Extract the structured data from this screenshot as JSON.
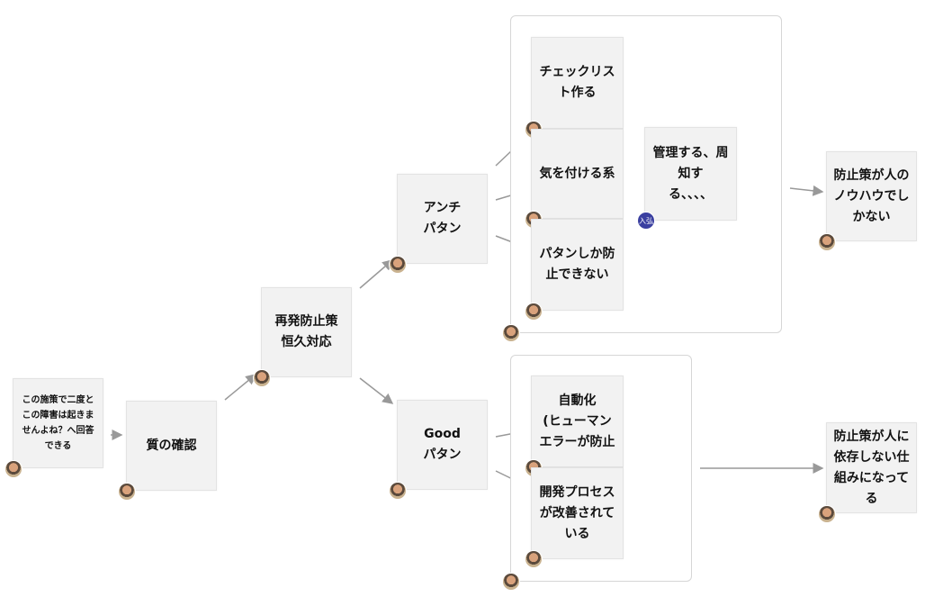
{
  "notes": {
    "n1": "この施策で二度と\nこの障害は起きま\nせんよね？へ回答\nできる",
    "n2": "質の確認",
    "n3": "再発防止策\n恒久対応",
    "n4": "アンチ\nパタン",
    "n5": "Good\nパタン",
    "n6": "チェックリス\nト作る",
    "n7": "気を付ける系",
    "n8": "パタンしか防\n止できない",
    "n9": "管理する、周\n知す\nる、、、、",
    "n10": "自動化\n(ヒューマン\nエラーが防止",
    "n11": "開発プロセス\nが改善されて\nいる",
    "n12": "防止策が人の\nノウハウでし\nかない",
    "n13": "防止策が人に\n依存しない仕\n組みになって\nる"
  },
  "author_initials": "入弘",
  "colors": {
    "sticky": "#f2f2f2",
    "arrow": "#999999",
    "initials_avatar": "#3a3fa0"
  }
}
